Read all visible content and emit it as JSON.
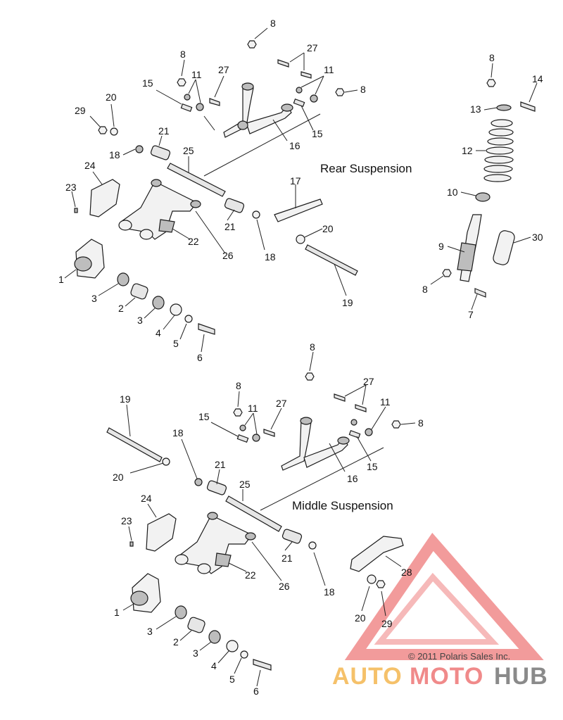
{
  "titles": {
    "rear": "Rear Suspension",
    "middle": "Middle Suspension"
  },
  "copyright": "© 2011 Polaris Sales Inc.",
  "brand": {
    "auto": "AUTO",
    "moto": "MOTO",
    "hub": "HUB",
    "color_primary": "#f08a8a",
    "color_accent": "#f5c16a",
    "color_dark": "#8a8a8a"
  },
  "callouts": {
    "r8a": "8",
    "r27a": "27",
    "r8b": "8",
    "r27b": "27",
    "r11a": "11",
    "r11b": "11",
    "r8c": "8",
    "r15a": "15",
    "r20a": "20",
    "r29": "29",
    "r18a": "18",
    "r21a": "21",
    "r25": "25",
    "r16": "16",
    "r15b": "15",
    "r24": "24",
    "r23": "23",
    "r17": "17",
    "r21b": "21",
    "r20b": "20",
    "r22": "22",
    "r26": "26",
    "r18b": "18",
    "r1": "1",
    "r3a": "3",
    "r2": "2",
    "r3b": "3",
    "r4": "4",
    "r5": "5",
    "r6": "6",
    "r19": "19",
    "s8a": "8",
    "s14": "14",
    "s13": "13",
    "s12": "12",
    "s10": "10",
    "s30": "30",
    "s9": "9",
    "s8b": "8",
    "s7": "7",
    "m8a": "8",
    "m27a": "27",
    "m8b": "8",
    "m11a": "11",
    "m27b": "27",
    "m11b": "11",
    "m8c": "8",
    "m19": "19",
    "m15a": "15",
    "m18a": "18",
    "m21a": "21",
    "m15b": "15",
    "m16": "16",
    "m20a": "20",
    "m25": "25",
    "m24": "24",
    "m23": "23",
    "m21b": "21",
    "m28": "28",
    "m22": "22",
    "m26": "26",
    "m18b": "18",
    "m1": "1",
    "m20b": "20",
    "m29": "29",
    "m3a": "3",
    "m2": "2",
    "m3b": "3",
    "m4": "4",
    "m5": "5",
    "m6": "6"
  }
}
